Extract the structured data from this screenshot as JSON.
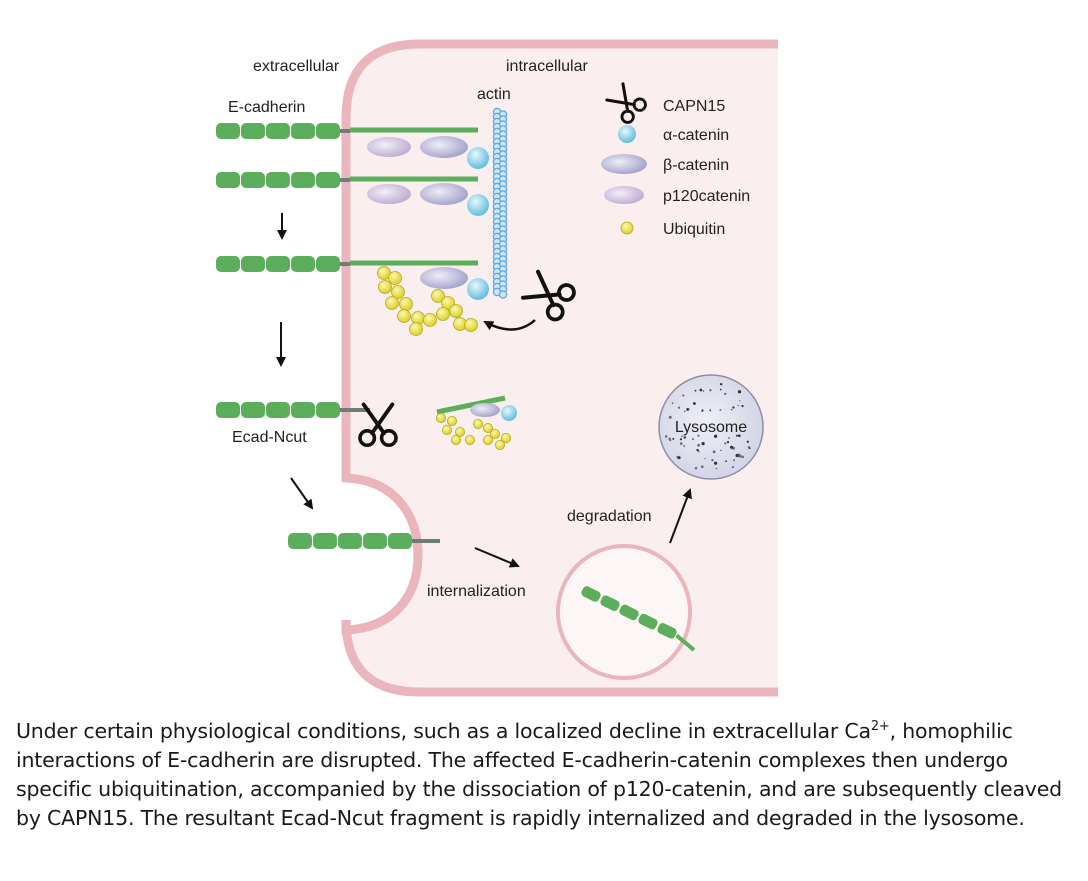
{
  "labels": {
    "extracellular": "extracellular",
    "intracellular": "intracellular",
    "actin": "actin",
    "e_cadherin": "E-cadherin",
    "ecad_ncut": "Ecad-Ncut",
    "internalization": "internalization",
    "degradation": "degradation",
    "lysosome": "Lysosome"
  },
  "legend": [
    {
      "icon": "scissors-icon",
      "label": "CAPN15"
    },
    {
      "icon": "alpha-catenin-icon",
      "label": "α-catenin"
    },
    {
      "icon": "beta-catenin-icon",
      "label": "β-catenin"
    },
    {
      "icon": "p120-catenin-icon",
      "label": "p120catenin"
    },
    {
      "icon": "ubiquitin-icon",
      "label": "Ubiquitin"
    }
  ],
  "caption": {
    "part1": "Under certain physiological conditions, such as a localized decline in extracellular Ca",
    "superscript": "2+",
    "part2": ", homophilic interactions of E-cadherin are disrupted. The affected E-cadherin-catenin complexes then undergo specific ubiquitination, accompanied by the dissociation of p120-catenin, and are subsequently cleaved by CAPN15. The resultant Ecad-Ncut fragment is rapidly internalized and degraded in the lysosome."
  },
  "colors": {
    "cell_fill": "#fbeeee",
    "membrane": "#eab5bd",
    "cadherin_green": "#5cae5c",
    "linker_gray": "#6f7d74",
    "actin_blue": "#5fa8df",
    "alpha_catenin": "#7fcdea",
    "beta_catenin": "#b9b6d6",
    "p120_catenin": "#cfbfdc",
    "ubiquitin": "#ece244",
    "lysosome_fill": "#e3e4ee"
  }
}
